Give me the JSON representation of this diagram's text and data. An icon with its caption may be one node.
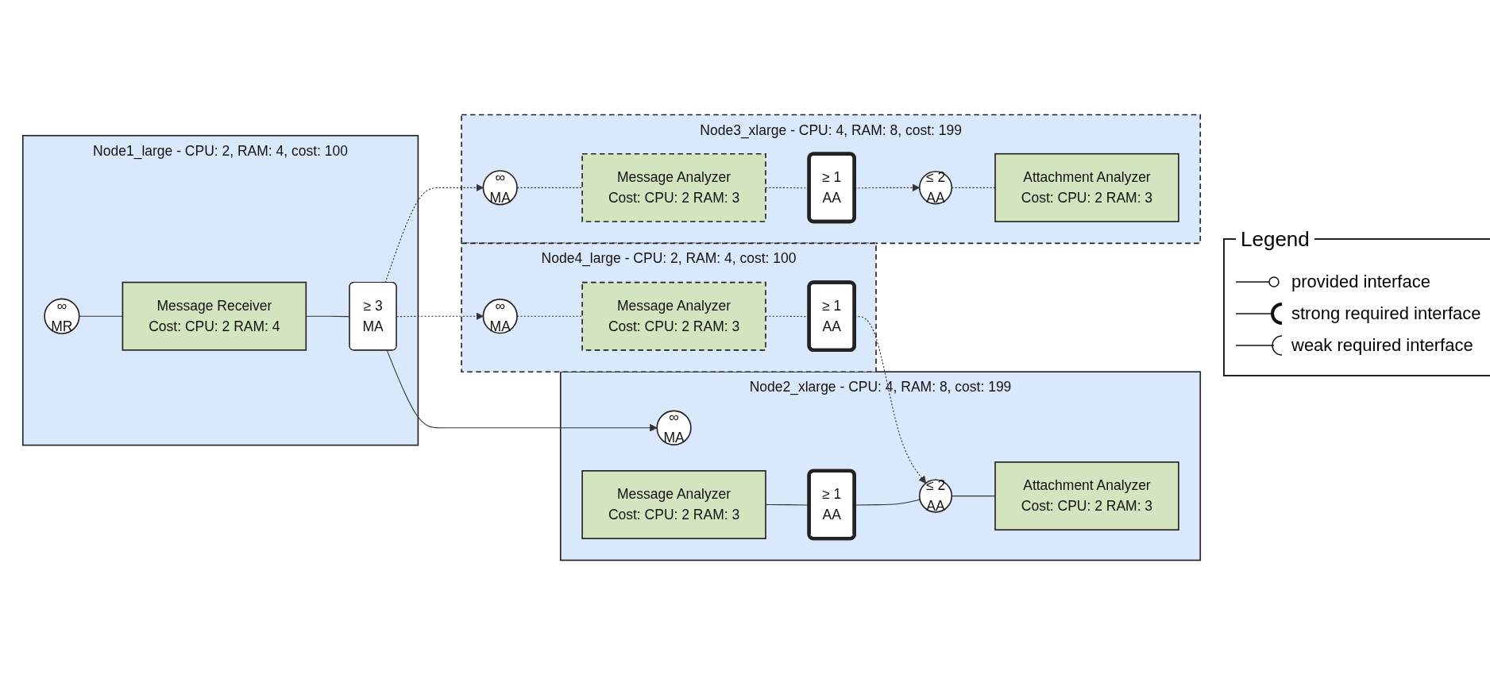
{
  "diagram": {
    "nodes": [
      {
        "text": [
          "Node1_large - CPU: 2, RAM: 4, cost: 100"
        ]
      },
      {
        "text": [
          "Message Receiver",
          "Cost: CPU: 2 RAM: 4"
        ],
        "in": 0
      },
      {
        "text": [
          "∞",
          "MR"
        ],
        "in": 0
      },
      {
        "text": [
          "≥ 3",
          "MA"
        ],
        "in": 0
      },
      {
        "text": [
          "Node4_large - CPU: 2, RAM: 4, cost: 100"
        ]
      },
      {
        "text": [
          "∞",
          "MA"
        ],
        "in": 4
      },
      {
        "text": [
          "Message Analyzer",
          "Cost: CPU: 2 RAM: 3"
        ],
        "in": 4
      },
      {
        "text": [
          "≥ 1",
          "AA"
        ],
        "in": 4
      },
      {
        "text": [
          "Node2_xlarge - CPU: 4, RAM: 8, cost: 199"
        ]
      },
      {
        "text": [
          "∞",
          "MA"
        ],
        "in": 8
      },
      {
        "text": [
          "Message Analyzer",
          "Cost: CPU: 2 RAM: 3"
        ],
        "in": 8
      },
      {
        "text": [
          "≥ 1",
          "AA"
        ],
        "in": 8
      },
      {
        "text": [
          "≤ 2",
          "AA"
        ],
        "in": 8
      },
      {
        "text": [
          "Attachment Analyzer",
          "Cost: CPU: 2 RAM: 3"
        ],
        "in": 8
      },
      {
        "text": [
          "Node3_xlarge - CPU: 4, RAM: 8, cost: 199"
        ]
      },
      {
        "text": [
          "∞",
          "MA"
        ],
        "in": 14
      },
      {
        "text": [
          "Message Analyzer",
          "Cost: CPU: 2 RAM: 3"
        ],
        "in": 14
      },
      {
        "text": [
          "≥ 1",
          "AA"
        ],
        "in": 14
      },
      {
        "text": [
          "≤ 2",
          "AA"
        ],
        "in": 14
      },
      {
        "text": [
          "Attachment Analyzer",
          "Cost: CPU: 2 RAM: 3"
        ],
        "in": 14
      }
    ],
    "edges": [
      {
        "from": 2,
        "to": 1,
        "arrow": "none"
      },
      {
        "from": 1,
        "to": 3,
        "arrow": "none"
      },
      {
        "from": 3,
        "to": 5,
        "arrow": "to",
        "style": "dashed"
      },
      {
        "from": 3,
        "to": 9,
        "arrow": "to"
      },
      {
        "from": 3,
        "to": 15,
        "arrow": "to",
        "style": "dashed"
      },
      {
        "from": 5,
        "to": 6,
        "arrow": "none",
        "style": "dashed"
      },
      {
        "from": 6,
        "to": 7,
        "arrow": "none",
        "style": "dashed"
      },
      {
        "from": 7,
        "to": 12,
        "arrow": "to",
        "style": "dashed"
      },
      {
        "from": 10,
        "to": 11,
        "arrow": "none"
      },
      {
        "from": 11,
        "to": 12,
        "arrow": "none"
      },
      {
        "from": 12,
        "to": 13,
        "arrow": "none"
      },
      {
        "from": 15,
        "to": 16,
        "arrow": "none",
        "style": "dashed"
      },
      {
        "from": 16,
        "to": 17,
        "arrow": "none",
        "style": "dashed"
      },
      {
        "from": 17,
        "to": 18,
        "arrow": "to",
        "style": "dashed"
      },
      {
        "from": 18,
        "to": 19,
        "arrow": "none",
        "style": "dashed"
      }
    ],
    "labels": [
      "Legend"
    ],
    "legend": [
      {
        "text": "provided interface"
      },
      {
        "text": "strong required interface"
      },
      {
        "text": "weak required interface"
      }
    ]
  }
}
